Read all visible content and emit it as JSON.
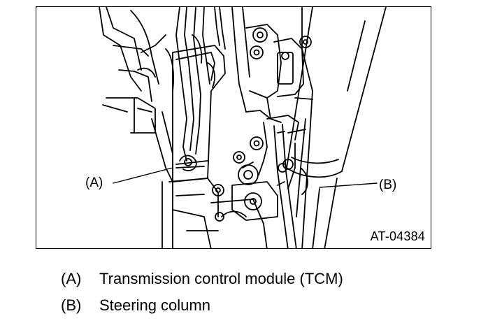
{
  "figure": {
    "code": "AT-04384",
    "callouts": {
      "a": "(A)",
      "b": "(B)"
    }
  },
  "legend": [
    {
      "key": "(A)",
      "text": "Transmission control module (TCM)"
    },
    {
      "key": "(B)",
      "text": "Steering column"
    }
  ]
}
